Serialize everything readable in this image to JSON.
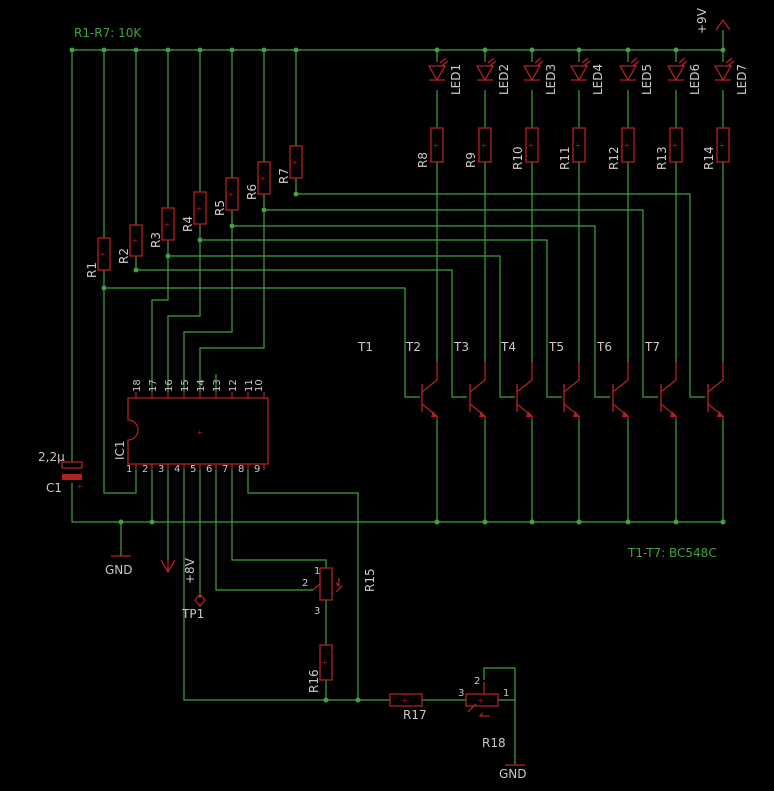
{
  "colors": {
    "background": "#000000",
    "wire": "#3fa33f",
    "part": "#b22222",
    "label": "#c8c8c8",
    "annotation": "#3fa33f"
  },
  "notes": {
    "resistors": "R1-R7: 10K",
    "transistors": "T1-T7: BC548C"
  },
  "supply": {
    "top": "+9V",
    "tp": "+8V",
    "gnd_left": "GND",
    "gnd_right": "GND",
    "testpoint": "TP1"
  },
  "capacitor": {
    "name": "C1",
    "value": "2,2µ"
  },
  "ic": {
    "name": "IC1",
    "pins_top": [
      "18",
      "17",
      "16",
      "15",
      "14",
      "13",
      "12",
      "11",
      "10"
    ],
    "pins_bottom": [
      "1",
      "2",
      "3",
      "4",
      "5",
      "6",
      "7",
      "8",
      "9"
    ]
  },
  "base_resistors": [
    "R1",
    "R2",
    "R3",
    "R4",
    "R5",
    "R6",
    "R7"
  ],
  "leds": [
    "LED1",
    "LED2",
    "LED3",
    "LED4",
    "LED5",
    "LED6",
    "LED7"
  ],
  "led_resistors": [
    "R8",
    "R9",
    "R10",
    "R11",
    "R12",
    "R13",
    "R14"
  ],
  "transistors": [
    "T1",
    "T2",
    "T3",
    "T4",
    "T5",
    "T6",
    "T7"
  ],
  "other_parts": {
    "r15": "R15",
    "r16": "R16",
    "r17": "R17",
    "r18": "R18"
  },
  "pot_pins": {
    "r15": [
      "1",
      "2",
      "3"
    ],
    "r18": [
      "3",
      "2",
      "1"
    ]
  }
}
